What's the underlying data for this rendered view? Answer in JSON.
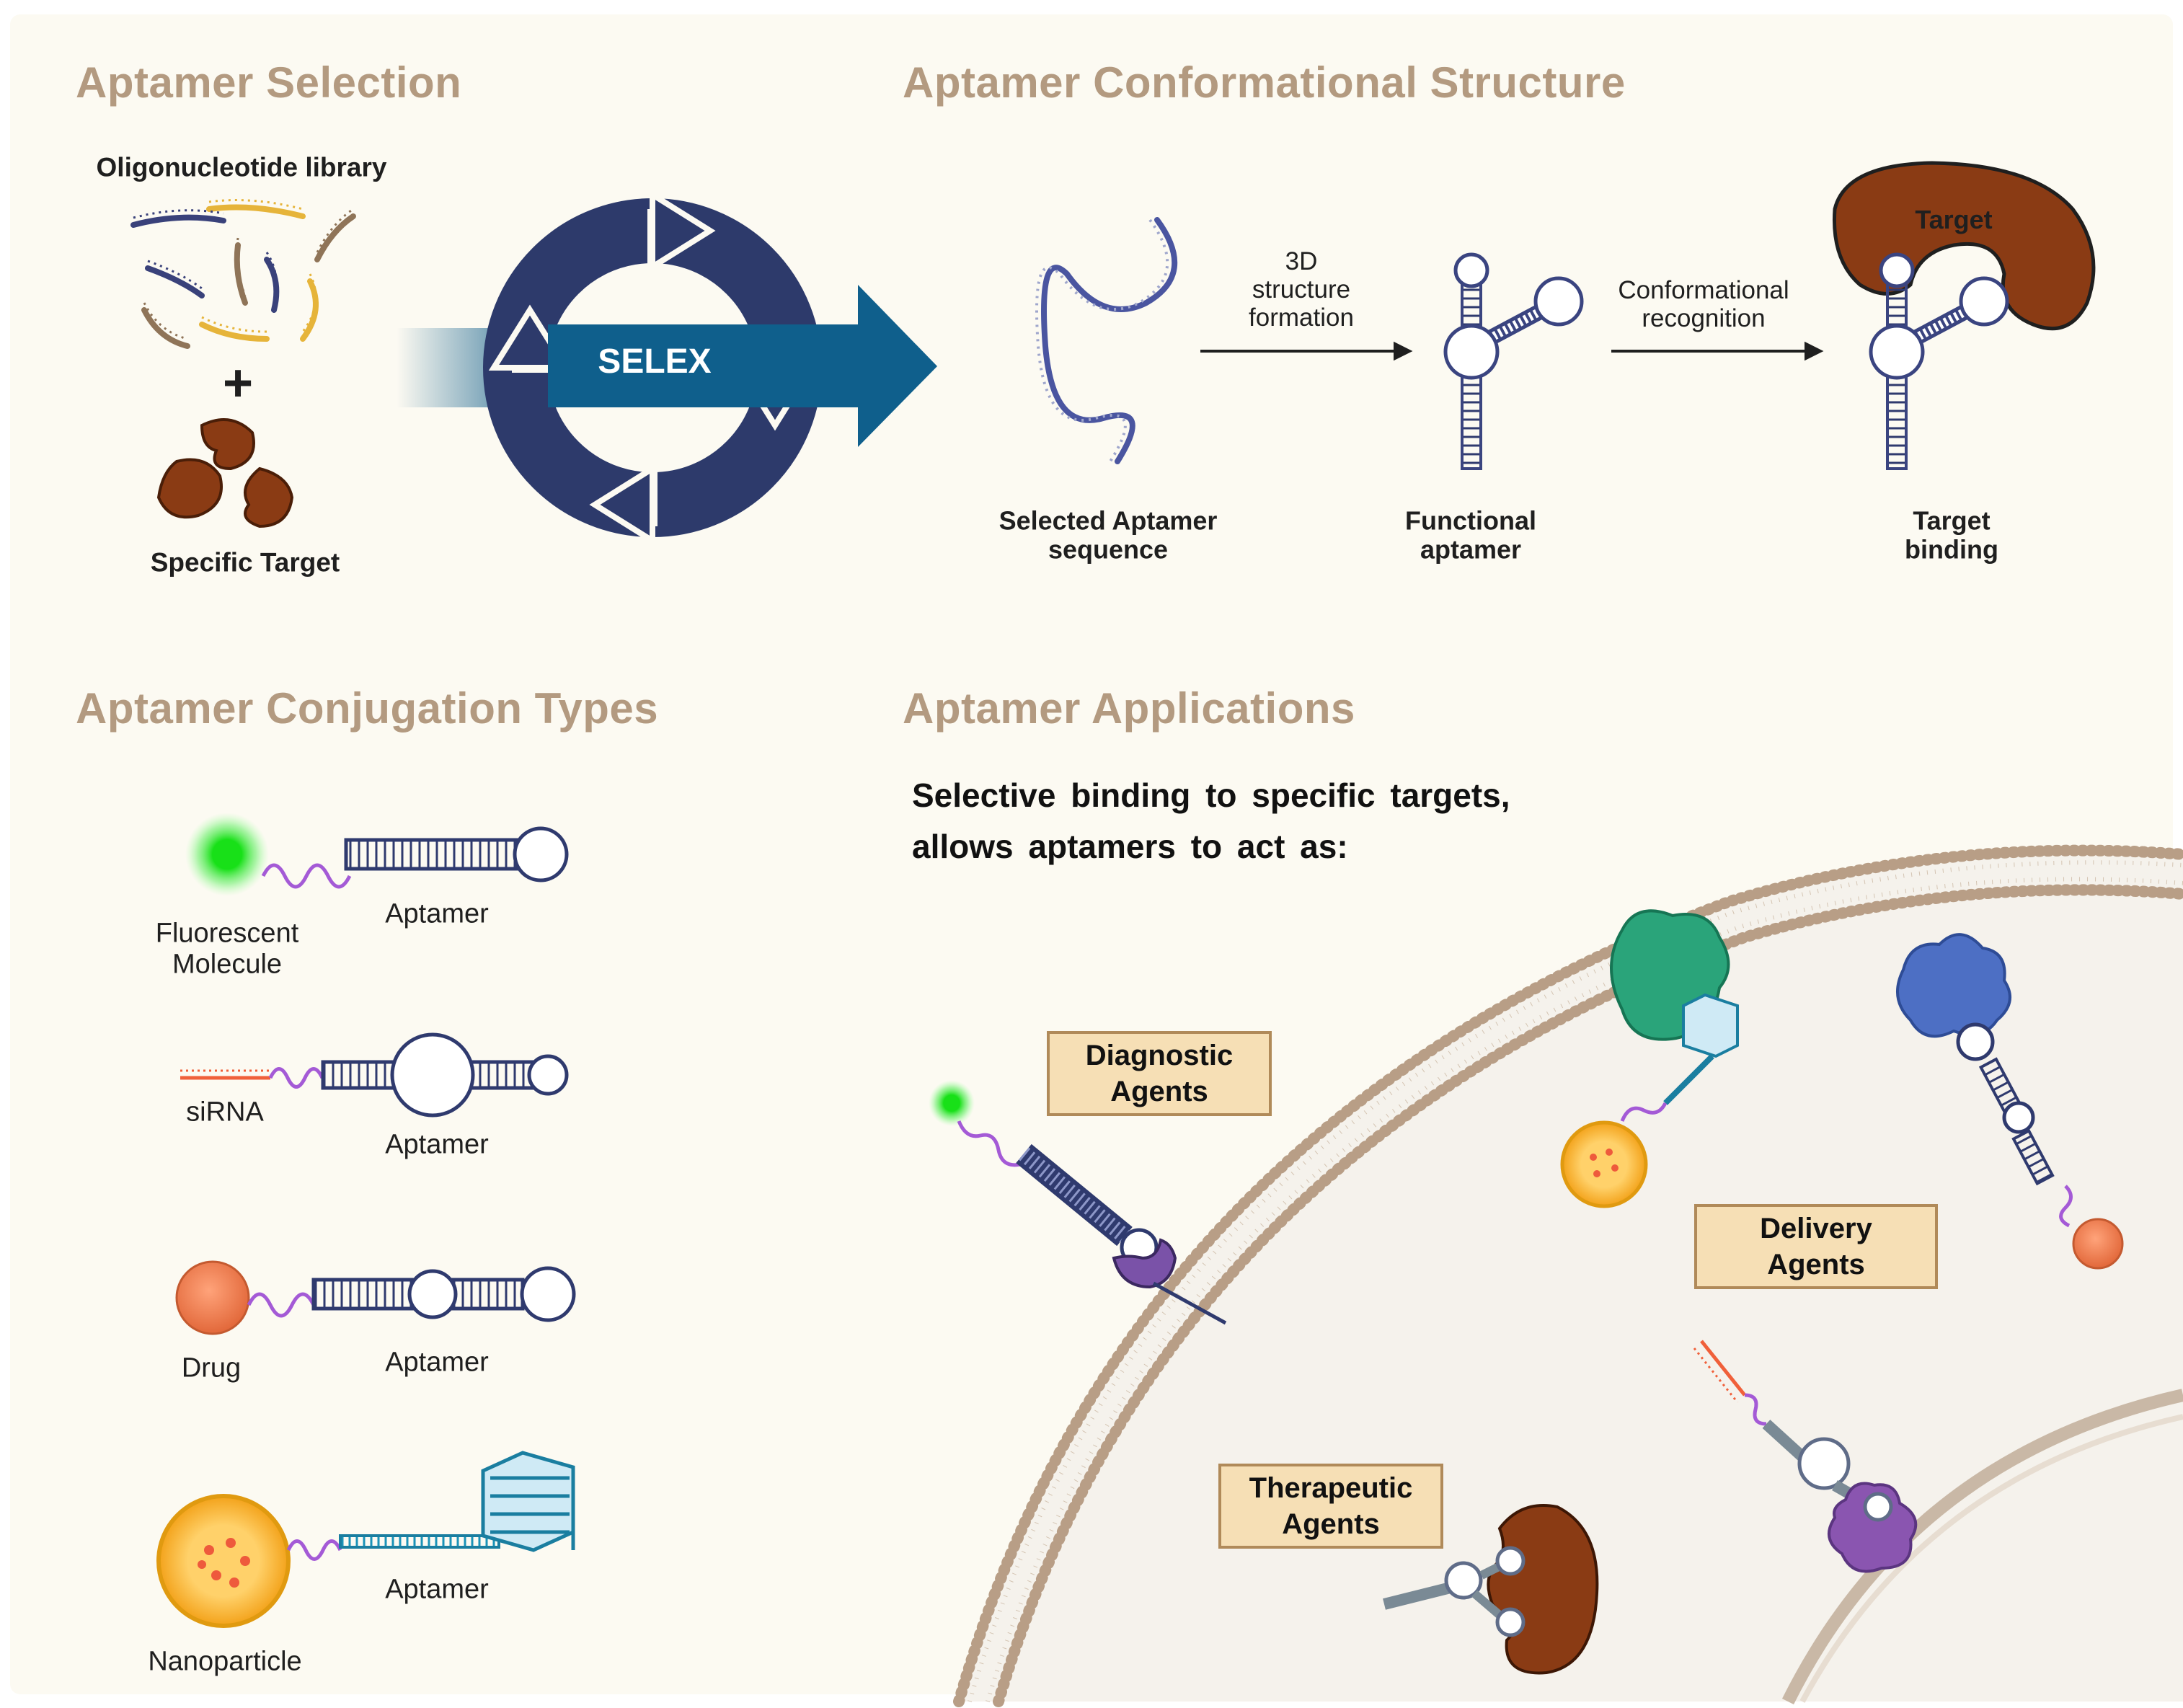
{
  "sections": {
    "selection": {
      "title": "Aptamer Selection",
      "library_label": "Oligonucleotide library",
      "plus": "+",
      "target_label": "Specific Target",
      "selex_label": "SELEX"
    },
    "structure": {
      "title": "Aptamer Conformational Structure",
      "step1": "3D\nstructure\nformation",
      "step2": "Conformational\nrecognition",
      "sequence_label": "Selected Aptamer\nsequence",
      "functional_label": "Functional\naptamer",
      "target_word": "Target",
      "binding_label": "Target\nbinding"
    },
    "conjugation": {
      "title": "Aptamer Conjugation Types",
      "items": [
        {
          "cargo": "Fluorescent\nMolecule",
          "aptamer": "Aptamer"
        },
        {
          "cargo": "siRNA",
          "aptamer": "Aptamer"
        },
        {
          "cargo": "Drug",
          "aptamer": "Aptamer"
        },
        {
          "cargo": "Nanoparticle",
          "aptamer": "Aptamer"
        }
      ]
    },
    "applications": {
      "title": "Aptamer Applications",
      "intro": "Selective binding to specific targets,\nallows aptamers to act as:",
      "diagnostic": "Diagnostic\nAgents",
      "delivery": "Delivery\nAgents",
      "therapeutic": "Therapeutic\nAgents"
    }
  },
  "colors": {
    "background": "#fcfaf2",
    "section_title": "#b39a80",
    "navy": "#2f3a6e",
    "teal": "#145f8c",
    "target_brown": "#8a3b14",
    "label_box": "#f6dfb5",
    "membrane": "#b89e86",
    "fluor_green": "#22dd22",
    "drug_orange": "#f08050",
    "linker_purple": "#a45ad6"
  }
}
